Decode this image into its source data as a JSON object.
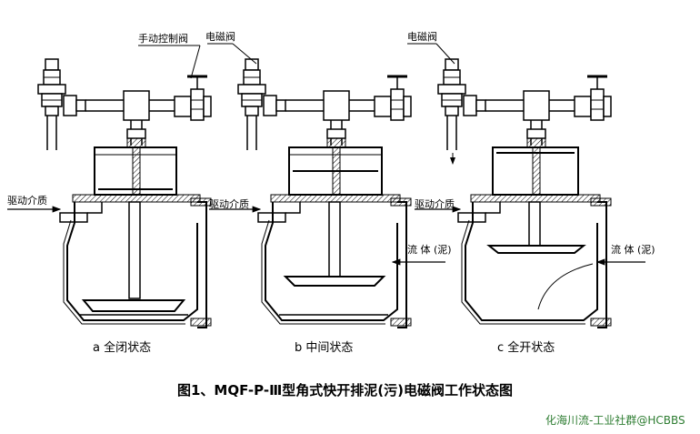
{
  "figure": {
    "caption": "图1、MQF-P-Ⅲ型角式快开排泥(污)电磁阀工作状态图",
    "watermark": "化海川流-工业社群@HCBBS",
    "watermark_color": "#2e7d32"
  },
  "labels": {
    "manual_valve": "手动控制阀",
    "solenoid_b": "电磁阀",
    "solenoid_c": "电磁阀",
    "drive_a": "驱动介质",
    "drive_b": "驱动介质",
    "drive_c": "驱动介质",
    "flow_b": "流 体 (泥)",
    "flow_c": "流 体 (泥)"
  },
  "states": {
    "a": "a  全闭状态",
    "b": "b  中间状态",
    "c": "c  全开状态"
  }
}
